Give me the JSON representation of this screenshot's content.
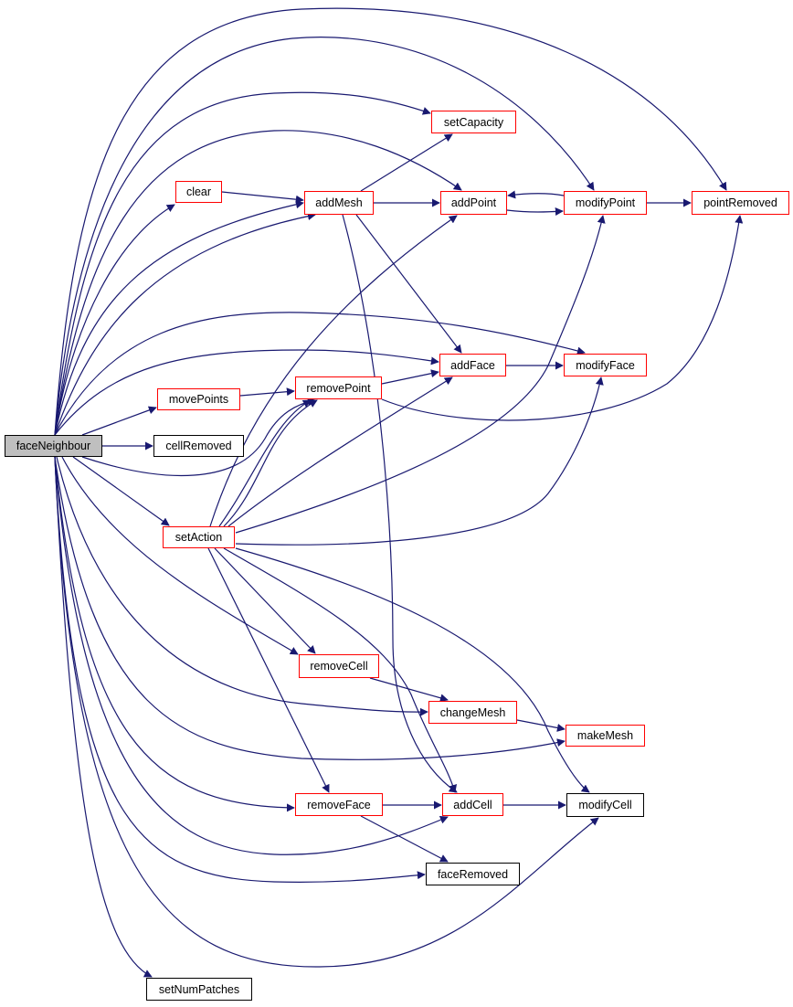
{
  "graph": {
    "title": "faceNeighbour call graph",
    "colors": {
      "edge": "#191970",
      "root_fill": "#bfbfbf",
      "red_border": "#ff0000",
      "black_border": "#000000"
    },
    "nodes": {
      "faceNeighbour": {
        "label": "faceNeighbour",
        "style": "root"
      },
      "clear": {
        "label": "clear",
        "style": "red"
      },
      "movePoints": {
        "label": "movePoints",
        "style": "red"
      },
      "cellRemoved": {
        "label": "cellRemoved",
        "style": "black"
      },
      "setAction": {
        "label": "setAction",
        "style": "red"
      },
      "setNumPatches": {
        "label": "setNumPatches",
        "style": "black"
      },
      "addMesh": {
        "label": "addMesh",
        "style": "red"
      },
      "setCapacity": {
        "label": "setCapacity",
        "style": "red"
      },
      "addPoint": {
        "label": "addPoint",
        "style": "red"
      },
      "removePoint": {
        "label": "removePoint",
        "style": "red"
      },
      "addFace": {
        "label": "addFace",
        "style": "red"
      },
      "modifyPoint": {
        "label": "modifyPoint",
        "style": "red"
      },
      "pointRemoved": {
        "label": "pointRemoved",
        "style": "red"
      },
      "modifyFace": {
        "label": "modifyFace",
        "style": "red"
      },
      "removeCell": {
        "label": "removeCell",
        "style": "red"
      },
      "changeMesh": {
        "label": "changeMesh",
        "style": "red"
      },
      "makeMesh": {
        "label": "makeMesh",
        "style": "red"
      },
      "removeFace": {
        "label": "removeFace",
        "style": "red"
      },
      "addCell": {
        "label": "addCell",
        "style": "red"
      },
      "modifyCell": {
        "label": "modifyCell",
        "style": "black"
      },
      "faceRemoved": {
        "label": "faceRemoved",
        "style": "black"
      }
    },
    "edges": [
      {
        "from": "faceNeighbour",
        "to": "pointRemoved"
      },
      {
        "from": "faceNeighbour",
        "to": "modifyPoint"
      },
      {
        "from": "faceNeighbour",
        "to": "setCapacity"
      },
      {
        "from": "faceNeighbour",
        "to": "addPoint"
      },
      {
        "from": "faceNeighbour",
        "to": "clear"
      },
      {
        "from": "faceNeighbour",
        "to": "addMesh"
      },
      {
        "from": "faceNeighbour",
        "to": "addMesh"
      },
      {
        "from": "faceNeighbour",
        "to": "modifyFace"
      },
      {
        "from": "faceNeighbour",
        "to": "addFace"
      },
      {
        "from": "faceNeighbour",
        "to": "movePoints"
      },
      {
        "from": "faceNeighbour",
        "to": "removePoint"
      },
      {
        "from": "faceNeighbour",
        "to": "cellRemoved"
      },
      {
        "from": "faceNeighbour",
        "to": "setAction"
      },
      {
        "from": "faceNeighbour",
        "to": "removeCell"
      },
      {
        "from": "faceNeighbour",
        "to": "changeMesh"
      },
      {
        "from": "faceNeighbour",
        "to": "makeMesh"
      },
      {
        "from": "faceNeighbour",
        "to": "removeFace"
      },
      {
        "from": "faceNeighbour",
        "to": "addCell"
      },
      {
        "from": "faceNeighbour",
        "to": "faceRemoved"
      },
      {
        "from": "faceNeighbour",
        "to": "modifyCell"
      },
      {
        "from": "faceNeighbour",
        "to": "setNumPatches"
      },
      {
        "from": "clear",
        "to": "addMesh"
      },
      {
        "from": "addMesh",
        "to": "setCapacity"
      },
      {
        "from": "addMesh",
        "to": "addPoint"
      },
      {
        "from": "addMesh",
        "to": "addFace"
      },
      {
        "from": "addMesh",
        "to": "addCell"
      },
      {
        "from": "addPoint",
        "to": "modifyPoint"
      },
      {
        "from": "modifyPoint",
        "to": "addPoint"
      },
      {
        "from": "modifyPoint",
        "to": "pointRemoved"
      },
      {
        "from": "addFace",
        "to": "modifyFace"
      },
      {
        "from": "movePoints",
        "to": "removePoint"
      },
      {
        "from": "removePoint",
        "to": "addFace"
      },
      {
        "from": "removePoint",
        "to": "pointRemoved"
      },
      {
        "from": "setAction",
        "to": "addPoint"
      },
      {
        "from": "setAction",
        "to": "removePoint"
      },
      {
        "from": "setAction",
        "to": "removePoint"
      },
      {
        "from": "setAction",
        "to": "addFace"
      },
      {
        "from": "setAction",
        "to": "modifyPoint"
      },
      {
        "from": "setAction",
        "to": "modifyFace"
      },
      {
        "from": "setAction",
        "to": "removeCell"
      },
      {
        "from": "setAction",
        "to": "removeFace"
      },
      {
        "from": "setAction",
        "to": "addCell"
      },
      {
        "from": "setAction",
        "to": "modifyCell"
      },
      {
        "from": "removeCell",
        "to": "changeMesh"
      },
      {
        "from": "changeMesh",
        "to": "makeMesh"
      },
      {
        "from": "removeFace",
        "to": "addCell"
      },
      {
        "from": "removeFace",
        "to": "faceRemoved"
      },
      {
        "from": "addCell",
        "to": "modifyCell"
      }
    ]
  }
}
